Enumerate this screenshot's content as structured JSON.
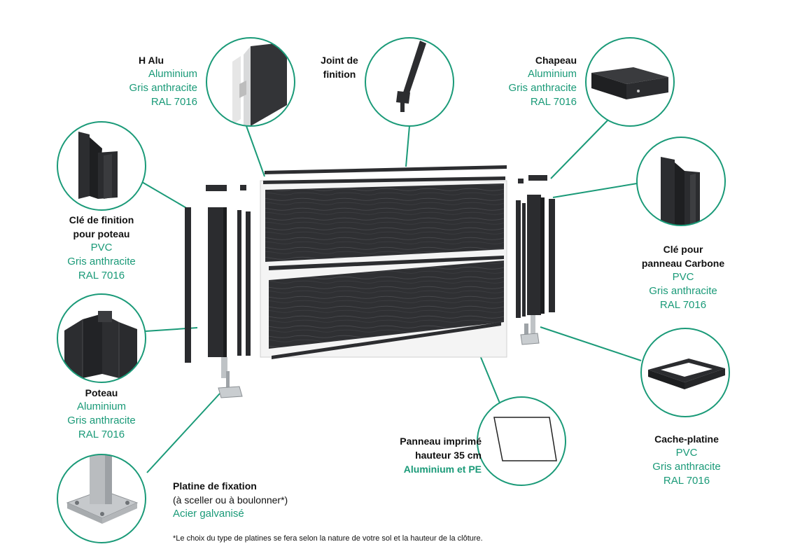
{
  "labels": {
    "h_alu": {
      "title": "H Alu",
      "lines": [
        "Aluminium",
        "Gris anthracite",
        "RAL 7016"
      ]
    },
    "joint": {
      "title_lines": [
        "Joint de",
        "finition"
      ]
    },
    "chapeau": {
      "title": "Chapeau",
      "lines": [
        "Aluminium",
        "Gris anthracite",
        "RAL 7016"
      ]
    },
    "cle_poteau": {
      "title_lines": [
        "Clé de finition",
        "pour poteau"
      ],
      "lines": [
        "PVC",
        "Gris anthracite",
        "RAL 7016"
      ]
    },
    "cle_carbone": {
      "title_lines": [
        "Clé pour",
        "panneau Carbone"
      ],
      "lines": [
        "PVC",
        "Gris anthracite",
        "RAL 7016"
      ]
    },
    "poteau": {
      "title": "Poteau",
      "lines": [
        "Aluminium",
        "Gris anthracite",
        "RAL 7016"
      ]
    },
    "panneau": {
      "title_lines": [
        "Panneau imprimé",
        "hauteur 35 cm"
      ],
      "material": "Aluminium et PE"
    },
    "cache": {
      "title": "Cache-platine",
      "lines": [
        "PVC",
        "Gris anthracite",
        "RAL 7016"
      ]
    },
    "platine": {
      "title": "Platine de fixation",
      "note": "(à sceller ou à boulonner*)",
      "material": "Acier galvanisé"
    }
  },
  "footnote": "*Le choix du type de platines se fera selon la nature de votre sol et la hauteur de la clôture.",
  "colors": {
    "accent": "#1a9a78",
    "anthracite": "#2c2d30",
    "text": "#111111"
  }
}
